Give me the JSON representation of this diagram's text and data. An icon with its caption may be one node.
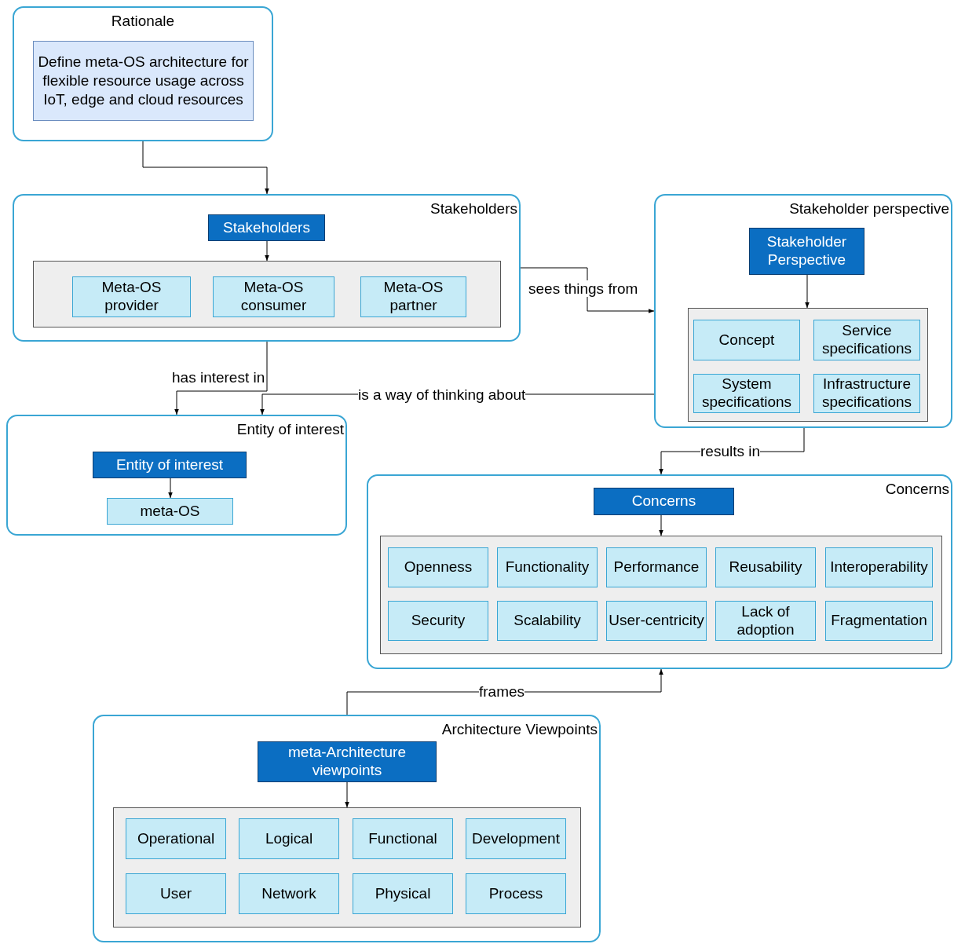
{
  "diagram": {
    "nodes": [
      {
        "text": [
          "Rationale"
        ]
      },
      {
        "text": [
          "Define meta-OS architecture for flexible resource usage across IoT, edge and cloud resources"
        ],
        "in": 0
      },
      {
        "text": [
          "Stakeholders"
        ]
      },
      {
        "text": [
          "Stakeholders"
        ],
        "in": 2
      },
      {
        "text": [],
        "shape": "box",
        "in": 2
      },
      {
        "text": [
          "Meta-OS provider"
        ],
        "in": 4
      },
      {
        "text": [
          "Meta-OS consumer"
        ],
        "in": 4
      },
      {
        "text": [
          "Meta-OS partner"
        ],
        "in": 4
      },
      {
        "text": [
          "Stakeholder perspective"
        ]
      },
      {
        "text": [
          "Stakeholder Perspective"
        ],
        "in": 8
      },
      {
        "text": [],
        "shape": "box",
        "in": 8
      },
      {
        "text": [
          "Concept"
        ],
        "in": 10
      },
      {
        "text": [
          "Service specifications"
        ],
        "in": 10
      },
      {
        "text": [
          "System specifications"
        ],
        "in": 10
      },
      {
        "text": [
          "Infrastructure specifications"
        ],
        "in": 10
      },
      {
        "text": [
          "Entity of interest"
        ]
      },
      {
        "text": [
          "Entity of interest"
        ],
        "in": 15
      },
      {
        "text": [
          "meta-OS"
        ],
        "in": 15
      },
      {
        "text": [
          "Concerns"
        ]
      },
      {
        "text": [
          "Concerns"
        ],
        "in": 18
      },
      {
        "text": [],
        "shape": "box",
        "in": 18
      },
      {
        "text": [
          "Openness"
        ],
        "in": 20
      },
      {
        "text": [
          "Functionality"
        ],
        "in": 20
      },
      {
        "text": [
          "Performance"
        ],
        "in": 20
      },
      {
        "text": [
          "Reusability"
        ],
        "in": 20
      },
      {
        "text": [
          "Interoperability"
        ],
        "in": 20
      },
      {
        "text": [
          "Security"
        ],
        "in": 20
      },
      {
        "text": [
          "Scalability"
        ],
        "in": 20
      },
      {
        "text": [
          "User-centricity"
        ],
        "in": 20
      },
      {
        "text": [
          "Lack of adoption"
        ],
        "in": 20
      },
      {
        "text": [
          "Fragmentation"
        ],
        "in": 20
      },
      {
        "text": [
          "Architecture Viewpoints"
        ]
      },
      {
        "text": [
          "meta-Architecture viewpoints"
        ],
        "in": 31
      },
      {
        "text": [],
        "shape": "box",
        "in": 31
      },
      {
        "text": [
          "Operational"
        ],
        "in": 33
      },
      {
        "text": [
          "Logical"
        ],
        "in": 33
      },
      {
        "text": [
          "Functional"
        ],
        "in": 33
      },
      {
        "text": [
          "Development"
        ],
        "in": 33
      },
      {
        "text": [
          "User"
        ],
        "in": 33
      },
      {
        "text": [
          "Network"
        ],
        "in": 33
      },
      {
        "text": [
          "Physical"
        ],
        "in": 33
      },
      {
        "text": [
          "Process"
        ],
        "in": 33
      }
    ],
    "edges": [
      {
        "from": 0,
        "to": 2,
        "arrow": "to"
      },
      {
        "from": 3,
        "to": 4,
        "arrow": "to"
      },
      {
        "from": 2,
        "to": 8,
        "arrow": "to",
        "label": "sees things from"
      },
      {
        "from": 2,
        "to": 15,
        "arrow": "to",
        "label": "has interest in"
      },
      {
        "from": 8,
        "to": 15,
        "arrow": "to",
        "label": "is a way of thinking about"
      },
      {
        "from": 9,
        "to": 10,
        "arrow": "to"
      },
      {
        "from": 8,
        "to": 18,
        "arrow": "to",
        "label": "results in"
      },
      {
        "from": 16,
        "to": 17,
        "arrow": "to"
      },
      {
        "from": 19,
        "to": 20,
        "arrow": "to"
      },
      {
        "from": 31,
        "to": 18,
        "arrow": "to",
        "label": "frames"
      },
      {
        "from": 32,
        "to": 33,
        "arrow": "to"
      }
    ]
  }
}
